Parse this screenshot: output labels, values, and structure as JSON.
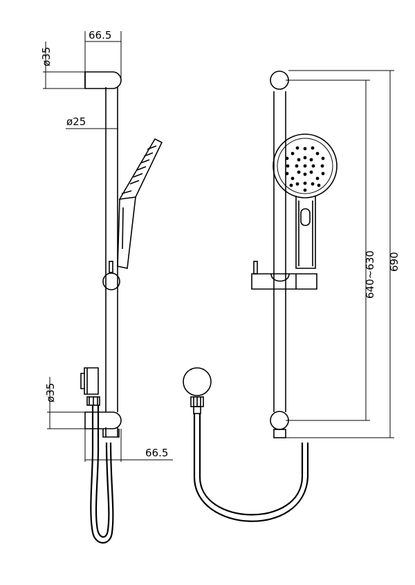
{
  "drawing": {
    "side_view": {
      "top_bracket_width_label": "66.5",
      "top_bracket_diameter_label": "ø35",
      "rail_diameter_label": "ø25",
      "bottom_bracket_diameter_label": "ø35",
      "bottom_bracket_width_label": "66.5"
    },
    "front_view": {
      "adjustable_height_label": "640~630",
      "total_height_label": "690"
    }
  }
}
